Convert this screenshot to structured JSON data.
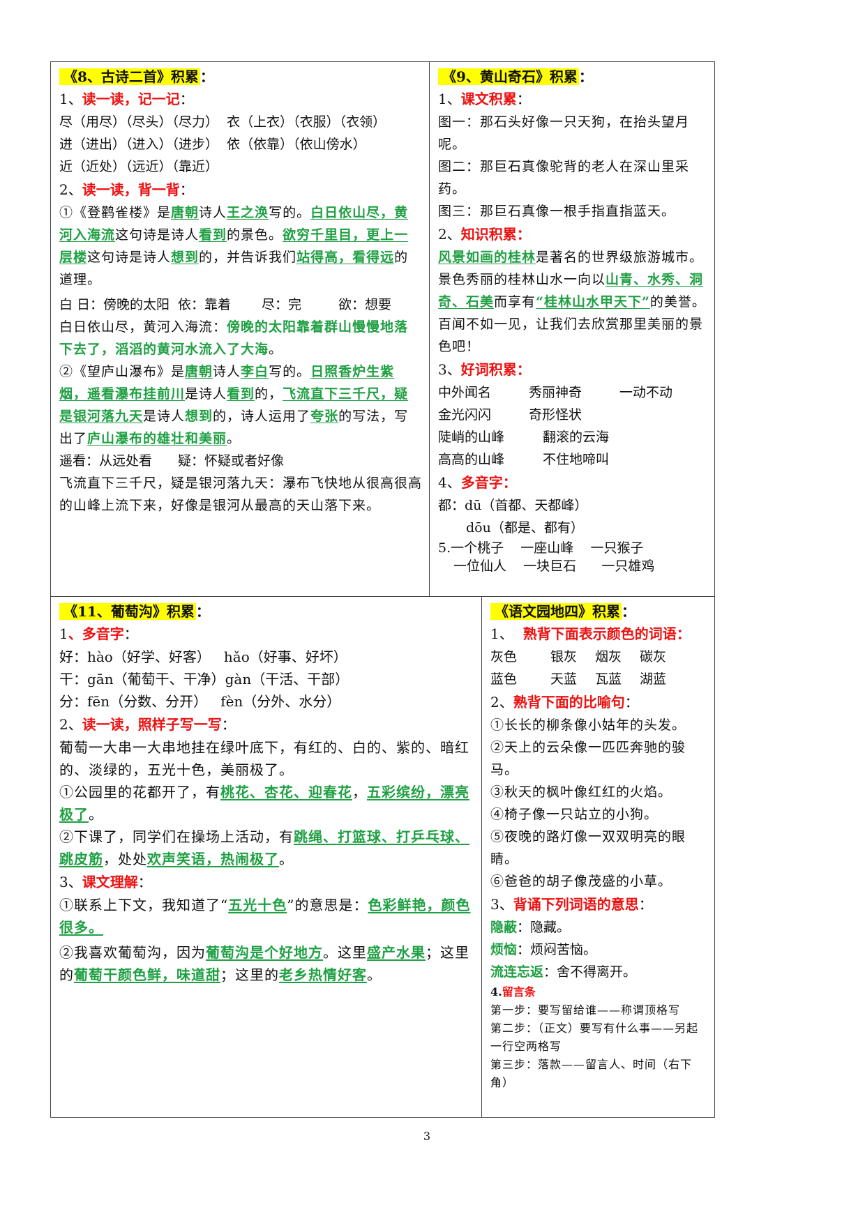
{
  "colors": {
    "heading_red": "#ee1111",
    "answer_green": "#1fa043",
    "title_highlight": "#ffff00",
    "border": "#444444"
  },
  "lesson8": {
    "title": "《8、古诗二首》积累",
    "title_suffix": "：",
    "s1": {
      "num": "1、",
      "label": "读一读，记一记",
      "colon": "："
    },
    "words": [
      "尽（用尽）（尽头）（尽力）  衣（上衣）（衣服）（衣领）",
      "进（进出）（进入）（进步）  依（依靠）（依山傍水）",
      "近（近处）（远近）（靠近）"
    ],
    "s2": {
      "num": "2、",
      "label": "读一读，背一背",
      "colon": "："
    },
    "p1": {
      "t1": "①《登鹳雀楼》是",
      "a1": "唐朝",
      "t2": "诗人",
      "a2": "王之涣",
      "t3": "写的。",
      "a3": "白日依山尽，黄河入海流",
      "t4": "这句诗是诗人",
      "a4": "看到",
      "t5": "的景色。",
      "a5": "欲穷千里目，更上一层楼",
      "t6": "这句诗是诗人",
      "a6": "想到",
      "t7": "的，并告诉我们",
      "a7": "站得高，看得远",
      "t8": "的道理。"
    },
    "gloss1": [
      "白 日：傍晚的太阳",
      "依：靠着",
      "尽：完",
      "欲：想要"
    ],
    "p2": {
      "t1": "白日依山尽，黄河入海流：",
      "a1": "傍晚的太阳靠着群山慢慢地落下去了，滔滔的黄河水流入了大海",
      "t2": "。"
    },
    "p3": {
      "t1": "②《望庐山瀑布》是",
      "a1": "唐朝",
      "t2": "诗人",
      "a2": "李白",
      "t3": "写的。",
      "a3": "日照香炉生紫烟，遥看瀑布挂前川",
      "t4": "是诗人",
      "a4": "看到",
      "t5": "的，",
      "a5": "飞流直下三千尺，疑是银河落九天",
      "t6": "是诗人",
      "a6": "想到",
      "t7": "的，诗人运用了",
      "a7": "夸张",
      "t8": "的写法，写出了",
      "a8": "庐山瀑布的雄壮和美丽",
      "t9": "。"
    },
    "gloss2": [
      "遥看：从远处看",
      "疑：怀疑或者好像"
    ],
    "p4": "飞流直下三千尺，疑是银河落九天：瀑布飞快地从很高很高的山峰上流下来，好像是银河从最高的天山落下来。"
  },
  "lesson9": {
    "title": "《9、黄山奇石》积累",
    "title_suffix": "：",
    "s1": {
      "num": "1、",
      "label": "课文积累",
      "colon": "："
    },
    "pics": [
      "图一：那石头好像一只天狗，在抬头望月呢。",
      "图二：那巨石真像驼背的老人在深山里采药。",
      "图三：那巨石真像一根手指直指蓝天。"
    ],
    "s2": {
      "num": "2、",
      "label": "知识积累："
    },
    "k": {
      "a1": "风景如画的桂林",
      "t1": "是著名的世界级旅游城市。景色秀丽的桂林山水一向以",
      "a2": "山青、水秀、洞奇、石美",
      "t2": "而享有",
      "a3": "“桂林山水甲天下”",
      "t3": "的美誉。百闻不如一见，让我们去欣赏那里美丽的景色吧！"
    },
    "s3": {
      "num": "3、",
      "label": "好词积累："
    },
    "good_words": [
      [
        "中外闻名",
        "秀丽神奇",
        "一动不动"
      ],
      [
        "金光闪闪",
        "奇形怪状"
      ],
      [
        "陡峭的山峰",
        "翻滚的云海"
      ],
      [
        "高高的山峰",
        "不住地啼叫"
      ]
    ],
    "s4": {
      "num": "4、",
      "label": "多音字："
    },
    "poly": [
      "都：dū（首都、天都峰）",
      "dōu（都是、都有）"
    ],
    "measure": [
      "5.一个桃子    一座山峰    一只猴子",
      "一位仙人    一块巨石      一只雄鸡"
    ]
  },
  "lesson11": {
    "title": "《11、葡萄沟》积累",
    "title_suffix": "：",
    "s1": {
      "num": "1",
      "label": "、多音字",
      "colon": "："
    },
    "poly": [
      "好：hào（好学、好客）   hǎo（好事、好坏）",
      "干：gān（葡萄干、干净）gàn（干活、干部）",
      "分：fēn（分数、分开）   fèn（分外、水分）"
    ],
    "s2": {
      "num": "2、",
      "label": "读一读，照样子写一写",
      "colon": "："
    },
    "sample": "葡萄一大串一大串地挂在绿叶底下，有红的、白的、紫的、暗红的、淡绿的，五光十色，美丽极了。",
    "e1": {
      "t1": "①公园里的花都开了，有",
      "a1": "桃花、杏花、迎春花",
      "t2": "，",
      "a2": "五彩缤纷，漂亮极了",
      "t3": "。"
    },
    "e2": {
      "t1": "②下课了，同学们在操场上活动，有",
      "a1": "跳绳、打篮球、打乒乓球、跳皮筋",
      "t2": "，处处",
      "a2": "欢声笑语，热闹极了",
      "t3": "。"
    },
    "s3": {
      "num": "3、",
      "label": "课文理解",
      "colon": "："
    },
    "u1": {
      "t1": "①联系上下文，我知道了“",
      "a1": "五光十色",
      "t2": "”的意思是：",
      "a2": "色彩鲜艳，颜色很多。"
    },
    "u2": {
      "t1": "②我喜欢葡萄沟，因为",
      "a1": "葡萄沟是个好地方",
      "t2": "。这里",
      "a2": "盛产水果",
      "t3": "；这里的",
      "a3": "葡萄干颜色鲜，味道甜",
      "t4": "；这里的",
      "a4": "老乡热情好客",
      "t5": "。"
    }
  },
  "garden4": {
    "title": "《语文园地四》积累",
    "title_suffix": "：",
    "s1": {
      "num": "1、",
      "label": "熟背下面表示颜色的词语："
    },
    "colors": [
      [
        "灰色",
        "银灰",
        "烟灰",
        "碳灰"
      ],
      [
        "蓝色",
        "天蓝",
        "瓦蓝",
        "湖蓝"
      ]
    ],
    "s2": {
      "num": "2、",
      "label": "熟背下面的比喻句",
      "colon": "："
    },
    "similes": [
      "①长长的柳条像小姑年的头发。",
      "②天上的云朵像一匹匹奔驰的骏马。",
      "③秋天的枫叶像红红的火焰。",
      "④椅子像一只站立的小狗。",
      "⑤夜晚的路灯像一双双明亮的眼睛。",
      "⑥爸爸的胡子像茂盛的小草。"
    ],
    "s3": {
      "num": "3、",
      "label": "背诵下列词语的意思",
      "colon": "："
    },
    "meanings": [
      {
        "word": "隐蔽",
        "def": "：隐藏。"
      },
      {
        "word": "烦恼",
        "def": "：烦闷苦恼。"
      },
      {
        "word": "流连忘返",
        "def": "：舍不得离开。"
      }
    ],
    "s4": {
      "num": "4.",
      "label": "留言条"
    },
    "steps": [
      "第一步：要写留给谁——称谓顶格写",
      "第二步：（正文）要写有什么事——另起一行空两格写",
      "第三步：落款——留言人、时间（右下角）"
    ]
  },
  "footer": {
    "page_number": "3"
  }
}
